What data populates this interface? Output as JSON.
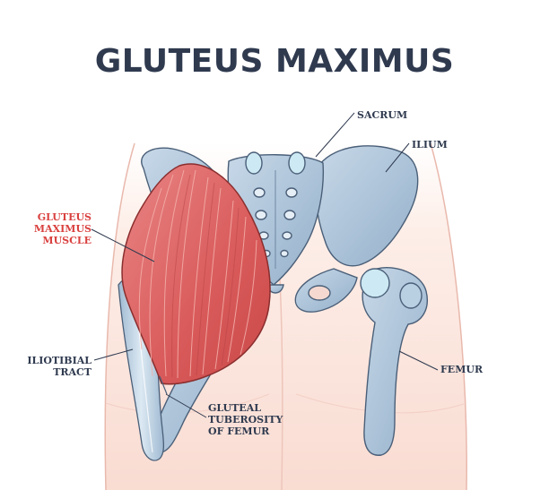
{
  "title": "GLUTEUS MAXIMUS",
  "labels": {
    "sacrum": "SACRUM",
    "ilium": "ILIUM",
    "femur": "FEMUR",
    "gluteus_line1": "GLUTEUS",
    "gluteus_line2": "MAXIMUS",
    "gluteus_line3": "MUSCLE",
    "itt_line1": "ILIOTIBIAL",
    "itt_line2": "TRACT",
    "gt_line1": "GLUTEAL",
    "gt_line2": "TUBEROSITY",
    "gt_line3": "OF FEMUR"
  },
  "colors": {
    "title": "#2f3a4f",
    "muscle_label": "#d9413f",
    "muscle": "#d95a5a",
    "bone": "#a9c2d8",
    "cartilage": "#c9e8f2",
    "skin": "#fbe3db"
  }
}
